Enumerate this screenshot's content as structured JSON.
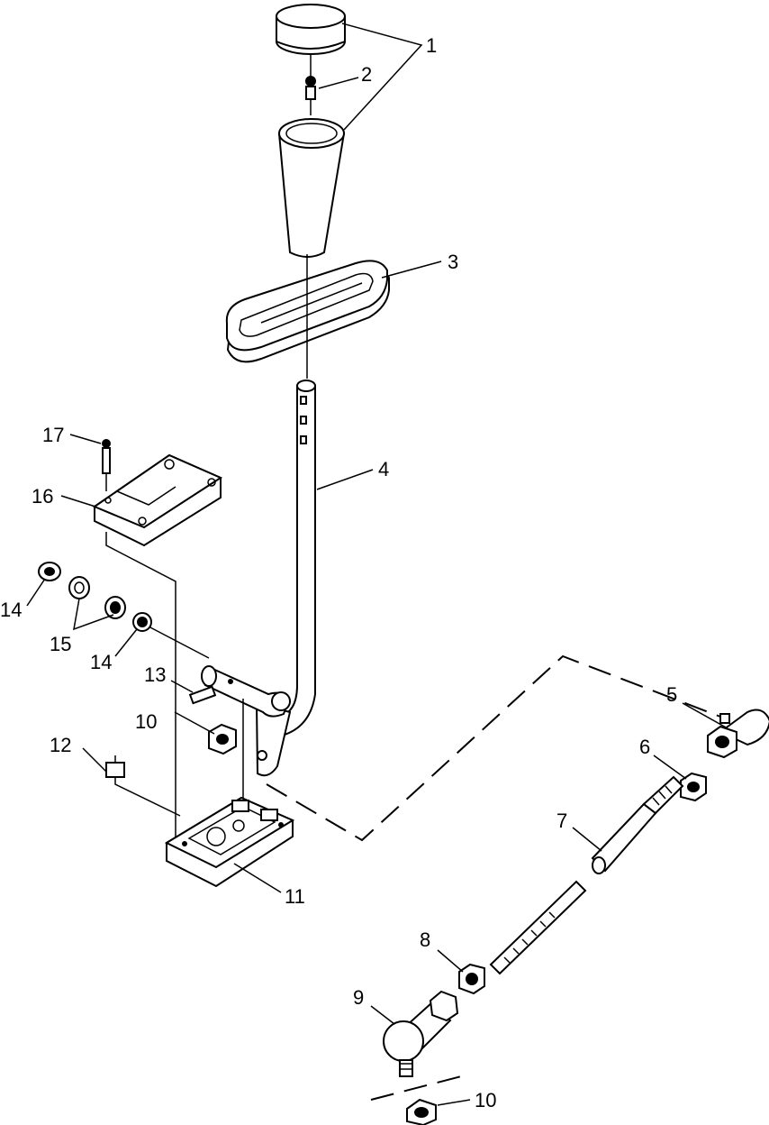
{
  "callouts": [
    "1",
    "2",
    "3",
    "4",
    "5",
    "6",
    "7",
    "8",
    "9",
    "10",
    "11",
    "12",
    "13",
    "14",
    "15",
    "16",
    "17"
  ],
  "labels": {
    "c1": "1",
    "c2": "2",
    "c3": "3",
    "c4": "4",
    "c5": "5",
    "c6": "6",
    "c7": "7",
    "c8": "8",
    "c9": "9",
    "c10a": "10",
    "c10b": "10",
    "c11": "11",
    "c12": "12",
    "c13": "13",
    "c14a": "14",
    "c14b": "14",
    "c15": "15",
    "c16": "16",
    "c17": "17"
  }
}
